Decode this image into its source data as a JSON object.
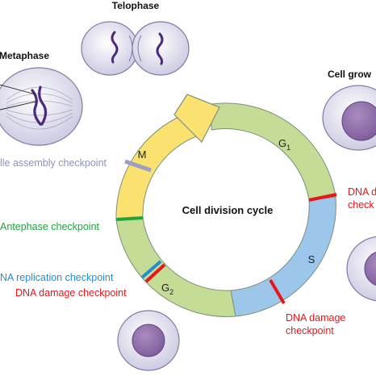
{
  "center_title": "Cell division cycle",
  "phases": {
    "g1": {
      "base": "G",
      "sub": "1"
    },
    "s": "S",
    "g2": {
      "base": "G",
      "sub": "2"
    },
    "m": "M"
  },
  "stage_labels": {
    "telophase": "Telophase",
    "metaphase": "Metaphase",
    "cell_growth": "Cell grow"
  },
  "checkpoints": {
    "spindle_assembly": "lle assembly checkpoint",
    "antephase": "Antephase checkpoint",
    "dna_replication": "NA replication checkpoint",
    "dna_damage_g2": "DNA damage checkpoint",
    "dna_damage_s_line1": "DNA damage",
    "dna_damage_s_line2": "checkpoint",
    "dna_damage_g1_line1": "DNA d",
    "dna_damage_g1_line2": "check"
  },
  "colors": {
    "g1": "#c5dc96",
    "s": "#9dc7ea",
    "g2": "#c5dc96",
    "m": "#fbe270",
    "red_checkpoint": "#e8161b",
    "green_checkpoint": "#1ea53a",
    "blue_checkpoint": "#1f8fd1",
    "spindle_checkpoint": "#9a9fc6",
    "cell_fill": "#d8d6ea",
    "nucleus": "#8c6aa6",
    "chromosome": "#4a2a7e"
  }
}
